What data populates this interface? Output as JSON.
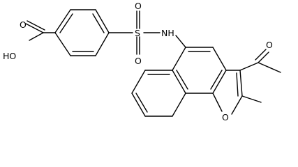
{
  "molecule": {
    "atom_labels": {
      "hydroxyl": "HO",
      "carbonyl_acid_oxygen": "O",
      "sulfonyl_oxygen_top": "O",
      "sulfonyl_oxygen_bottom": "O",
      "sulfur": "S",
      "amine": "NH",
      "acetyl_oxygen": "O",
      "furan_oxygen": "O"
    }
  }
}
